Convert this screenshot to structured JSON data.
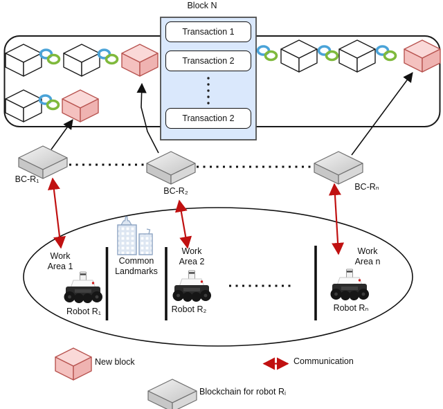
{
  "block": {
    "title": "Block N",
    "transactions": [
      "Transaction 1",
      "Transaction 2",
      "Transaction 2"
    ]
  },
  "nodes": {
    "bc1": "BC-R₁",
    "bc2": "BC-R₂",
    "bcn": "BC-Rₙ"
  },
  "areas": {
    "wa1": "Work\nArea 1",
    "wa2": "Work\nArea 2",
    "wan": "Work\nArea n",
    "landmarks": "Common\nLandmarks"
  },
  "robots": {
    "r1": "Robot R₁",
    "r2": "Robot R₂",
    "rn": "Robot Rₙ"
  },
  "legend": {
    "new_block": "New block",
    "communication": "Communication",
    "blockchain_robot": "Blockchain for robot Rᵢ"
  },
  "colors": {
    "new_block_fill": "#f8cecc",
    "new_block_stroke": "#b85450",
    "chain_link_blue": "#4aa3d8",
    "chain_link_green": "#7fb93c",
    "block_background": "#dae8fc",
    "communication_red": "#c01111",
    "blockchain_slab_gray": "#d8d8d8"
  }
}
